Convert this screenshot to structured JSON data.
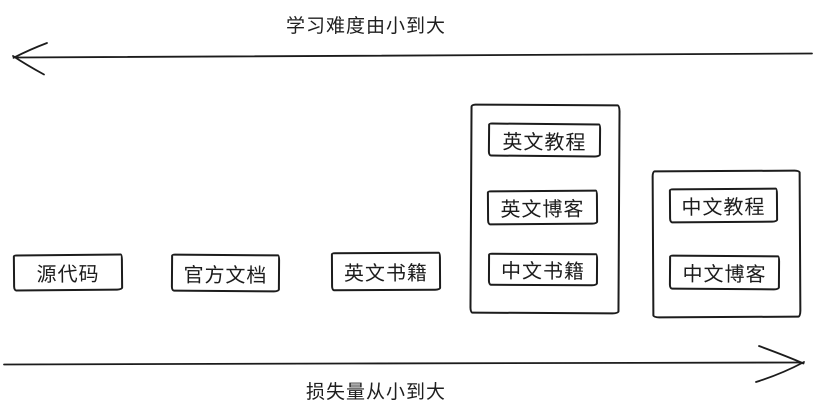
{
  "axes": {
    "top": {
      "label": "学习难度由小到大",
      "direction": "left"
    },
    "bottom": {
      "label": "损失量从小到大",
      "direction": "right"
    }
  },
  "nodes": {
    "standalone": [
      {
        "label": "源代码"
      },
      {
        "label": "官方文档"
      },
      {
        "label": "英文书籍"
      }
    ],
    "group1": {
      "items": [
        {
          "label": "英文教程"
        },
        {
          "label": "英文博客"
        },
        {
          "label": "中文书籍"
        }
      ]
    },
    "group2": {
      "items": [
        {
          "label": "中文教程"
        },
        {
          "label": "中文博客"
        }
      ]
    }
  },
  "colors": {
    "stroke": "#1c1c1c",
    "background": "#ffffff"
  }
}
